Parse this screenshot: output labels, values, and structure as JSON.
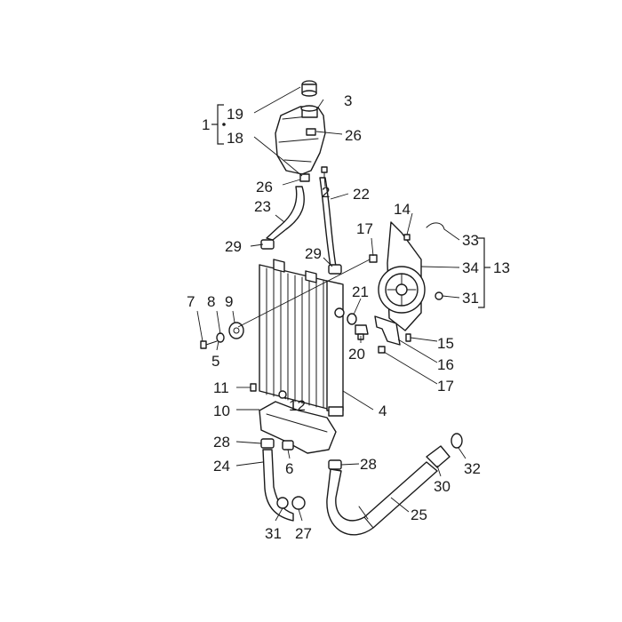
{
  "callouts": {
    "c1": "1",
    "c2": "2",
    "c3": "3",
    "c4": "4",
    "c5": "5",
    "c6": "6",
    "c7": "7",
    "c8": "8",
    "c9": "9",
    "c10": "10",
    "c11": "11",
    "c12": "12",
    "c13": "13",
    "c14": "14",
    "c15": "15",
    "c16": "16",
    "c17a": "17",
    "c17b": "17",
    "c18": "18",
    "c19": "19",
    "c20": "20",
    "c21": "21",
    "c22": "22",
    "c23": "23",
    "c24": "24",
    "c25": "25",
    "c26a": "26",
    "c26b": "26",
    "c27": "27",
    "c28a": "28",
    "c28b": "28",
    "c29a": "29",
    "c29b": "29",
    "c30": "30",
    "c31a": "31",
    "c31b": "31",
    "c32": "32",
    "c33": "33",
    "c34": "34"
  }
}
